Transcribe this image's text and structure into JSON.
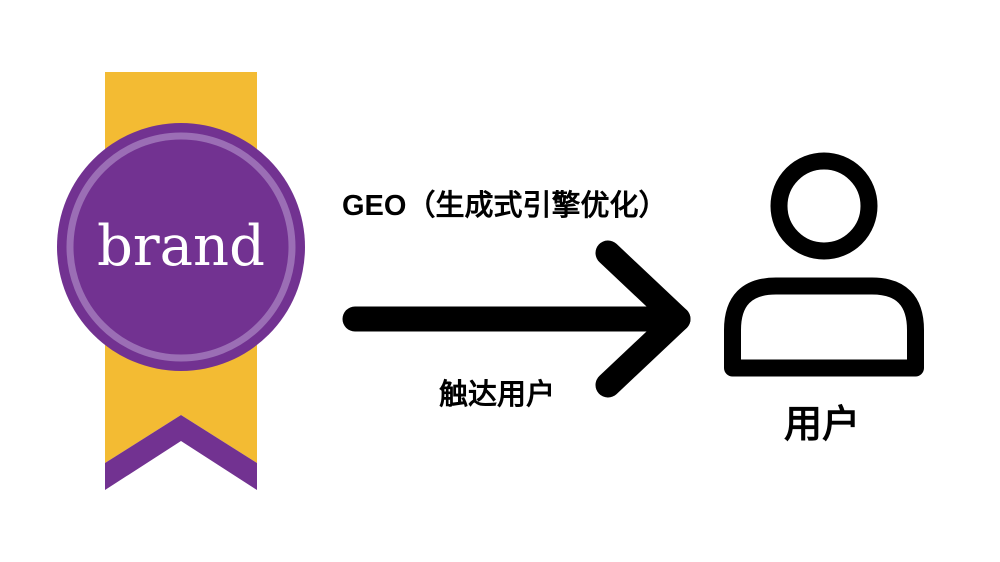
{
  "badge": {
    "label": "brand",
    "colors": {
      "ribbon": "#F3BB33",
      "circle": "#723291",
      "inner_ring": "#9B6EB5",
      "text": "#FFFFFF"
    }
  },
  "connector": {
    "top_label": "GEO（生成式引擎优化）",
    "bottom_label": "触达用户",
    "arrow_icon": "arrow-right-icon",
    "color": "#000000"
  },
  "target": {
    "icon": "user-icon",
    "label": "用户",
    "color": "#000000"
  }
}
